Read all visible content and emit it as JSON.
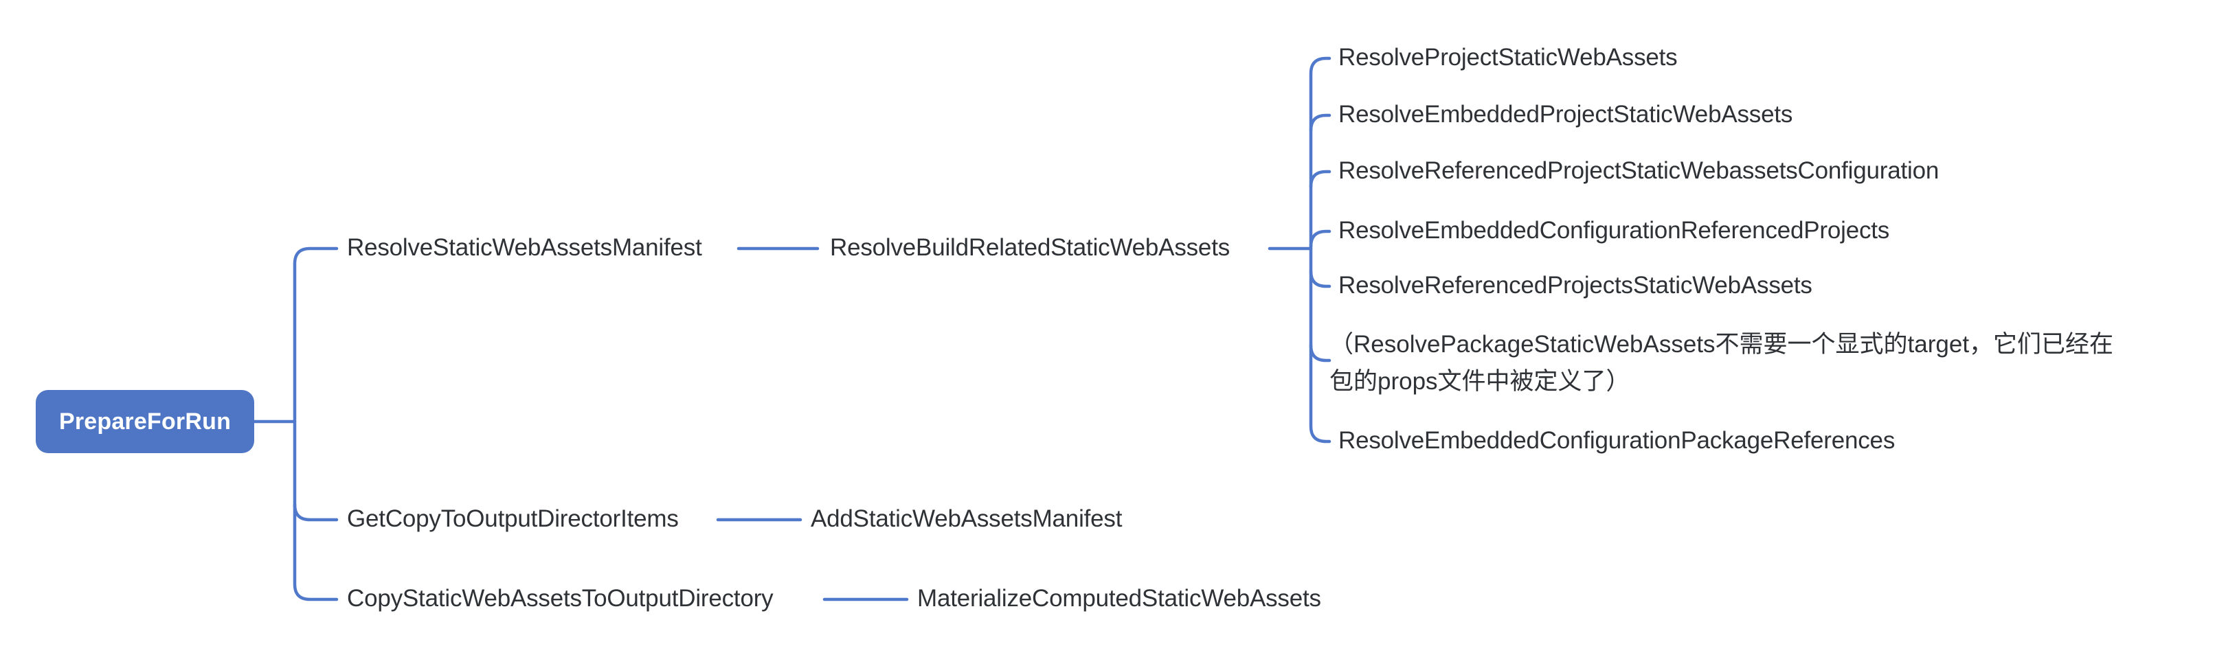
{
  "colors": {
    "canvas_bg": "#ffffff",
    "accent": "#4E76C5",
    "line": "#5179CB",
    "text": "#2E3135",
    "root_text": "#ffffff"
  },
  "mindmap": {
    "root": {
      "label": "PrepareForRun"
    },
    "branches": [
      {
        "label": "ResolveStaticWebAssetsManifest",
        "child": {
          "label": "ResolveBuildRelatedStaticWebAssets",
          "children": [
            {
              "label": "ResolveProjectStaticWebAssets"
            },
            {
              "label": "ResolveEmbeddedProjectStaticWebAssets"
            },
            {
              "label": "ResolveReferencedProjectStaticWebassetsConfiguration"
            },
            {
              "label": "ResolveEmbeddedConfigurationReferencedProjects"
            },
            {
              "label": "ResolveReferencedProjectsStaticWebAssets"
            },
            {
              "lines": [
                "（ResolvePackageStaticWebAssets不需要一个显式的target，它们已经在",
                "包的props文件中被定义了）"
              ]
            },
            {
              "label": "ResolveEmbeddedConfigurationPackageReferences"
            }
          ]
        }
      },
      {
        "label": "GetCopyToOutputDirectorItems",
        "child": {
          "label": "AddStaticWebAssetsManifest"
        }
      },
      {
        "label": "CopyStaticWebAssetsToOutputDirectory",
        "child": {
          "label": "MaterializeComputedStaticWebAssets"
        }
      }
    ]
  }
}
